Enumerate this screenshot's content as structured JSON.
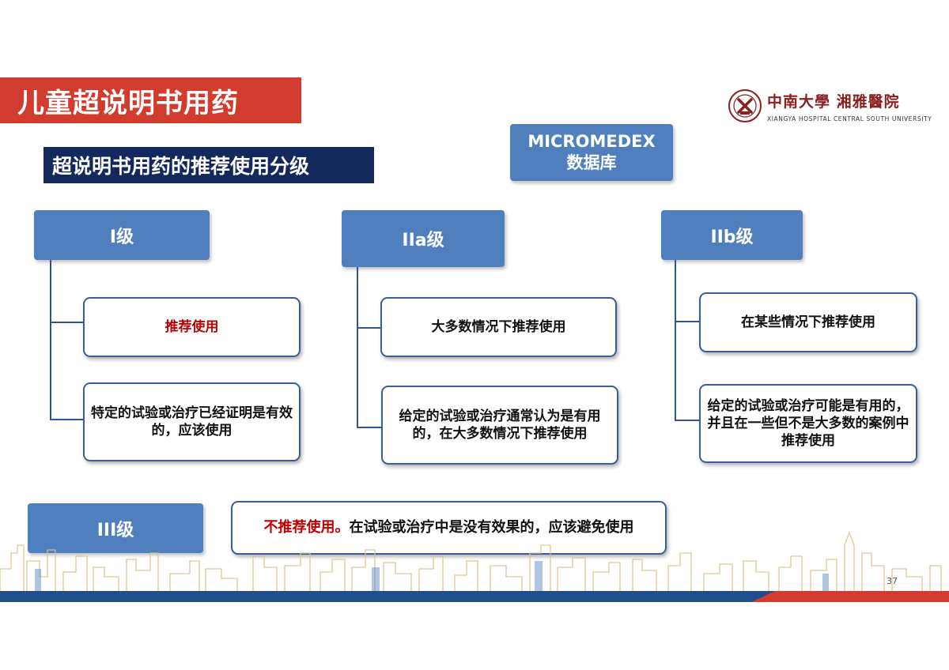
{
  "title": "儿童超说明书用药",
  "subtitle": "超说明书用药的推荐使用分级",
  "logo": {
    "cn": "中南大學 湘雅醫院",
    "en": "XIANGYA HOSPITAL CENTRAL SOUTH UNIVERSITY"
  },
  "database": {
    "line1": "MICROMEDEX",
    "line2": "数据库"
  },
  "levels": {
    "l1": {
      "label": "I级",
      "box1": "推荐使用",
      "box2": "特定的试验或治疗已经证明是有效的，应该使用"
    },
    "l2a": {
      "label": "IIa级",
      "box1": "大多数情况下推荐使用",
      "box2": "给定的试验或治疗通常认为是有用的，在大多数情况下推荐使用"
    },
    "l2b": {
      "label": "IIb级",
      "box1": "在某些情况下推荐使用",
      "box2": "给定的试验或治疗可能是有用的，并且在一些但不是大多数的案例中推荐使用"
    },
    "l3": {
      "label": "III级",
      "highlight": "不推荐使用。",
      "text": "在试验或治疗中是没有效果的，应该避免使用"
    }
  },
  "page_number": "37",
  "colors": {
    "title_red": "#d23c2e",
    "subtitle_navy": "#13285c",
    "box_blue": "#4f7fbd",
    "highlight_red": "#c00000"
  }
}
